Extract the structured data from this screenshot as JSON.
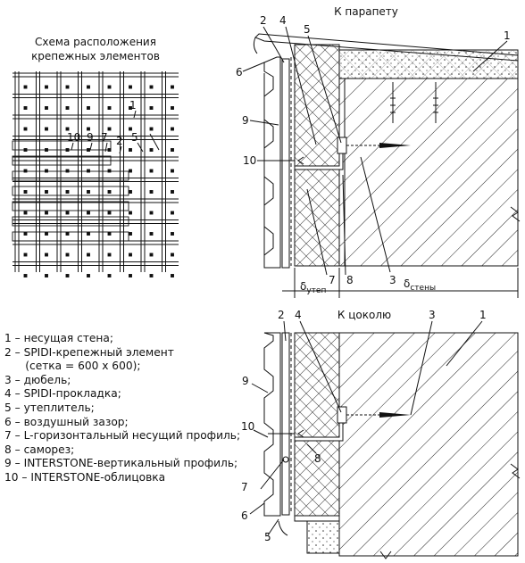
{
  "scheme": {
    "title_line1": "Схема расположения",
    "title_line2": "крепежных элементов",
    "labels": [
      "1",
      "10",
      "9",
      "7",
      "2",
      "5"
    ]
  },
  "top_section": {
    "title": "К парапету",
    "callouts": [
      "2",
      "4",
      "5",
      "1",
      "6",
      "9",
      "10",
      "7",
      "8",
      "3"
    ],
    "delta_insul": "δ",
    "delta_insul_sub": "утеп",
    "delta_wall": "δ",
    "delta_wall_sub": "стены"
  },
  "bottom_section": {
    "title": "К цоколю",
    "callouts": [
      "2",
      "4",
      "3",
      "1",
      "9",
      "10",
      "8",
      "7",
      "6",
      "5"
    ]
  },
  "legend": [
    "1 – несущая стена;",
    "2 – SPIDI-крепежный элемент",
    "      (сетка = 600 х 600);",
    "3 – дюбель;",
    "4 – SPIDI-прокладка;",
    "5 – утеплитель;",
    "6 – воздушный зазор;",
    "7 – L-горизонтальный несущий профиль;",
    "8 – саморез;",
    "9 – INTERSTONE-вертикальный профиль;",
    "10 – INTERSTONE-облицовка"
  ]
}
